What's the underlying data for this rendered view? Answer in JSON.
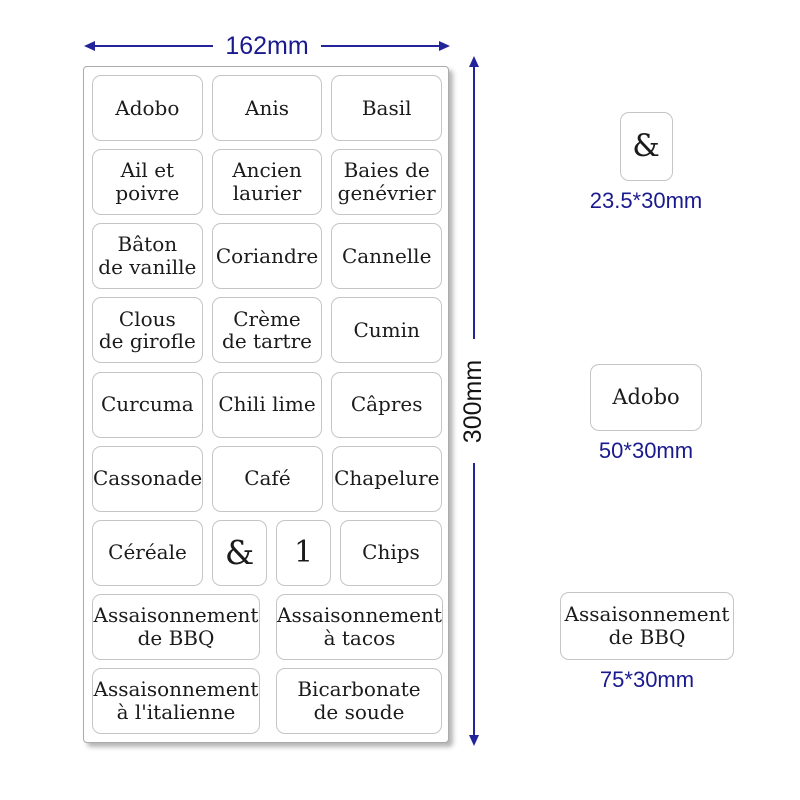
{
  "dimensions": {
    "width_label": "162mm",
    "height_label": "300mm",
    "line_color": "#23239a",
    "width_text_color": "#1a1a8f",
    "height_text_color": "#141414"
  },
  "sheet": {
    "rows": [
      {
        "cells": [
          {
            "text": "Adobo"
          },
          {
            "text": "Anis"
          },
          {
            "text": "Basil"
          }
        ]
      },
      {
        "cells": [
          {
            "text": "Ail et\npoivre"
          },
          {
            "text": "Ancien\nlaurier"
          },
          {
            "text": "Baies de\ngenévrier"
          }
        ]
      },
      {
        "cells": [
          {
            "text": "Bâton\nde vanille"
          },
          {
            "text": "Coriandre"
          },
          {
            "text": "Cannelle"
          }
        ]
      },
      {
        "cells": [
          {
            "text": "Clous\nde girofle"
          },
          {
            "text": "Crème\nde tartre"
          },
          {
            "text": "Cumin"
          }
        ]
      },
      {
        "cells": [
          {
            "text": "Curcuma"
          },
          {
            "text": "Chili lime"
          },
          {
            "text": "Câpres"
          }
        ]
      },
      {
        "cells": [
          {
            "text": "Cassonade"
          },
          {
            "text": "Café"
          },
          {
            "text": "Chapelure"
          }
        ]
      },
      {
        "cells": [
          {
            "text": "Céréale"
          },
          {
            "text": "&"
          },
          {
            "text": "1"
          },
          {
            "text": "Chips"
          }
        ]
      },
      {
        "cells": [
          {
            "text": "Assaisonnement\nde BBQ"
          },
          {
            "text": "Assaisonnement\nà tacos"
          }
        ]
      },
      {
        "cells": [
          {
            "text": "Assaisonnement\nà l'italienne"
          },
          {
            "text": "Bicarbonate\nde soude"
          }
        ]
      }
    ]
  },
  "examples": [
    {
      "text": "&",
      "size": "23.5*30mm"
    },
    {
      "text": "Adobo",
      "size": "50*30mm"
    },
    {
      "text": "Assaisonnement\nde BBQ",
      "size": "75*30mm"
    }
  ]
}
